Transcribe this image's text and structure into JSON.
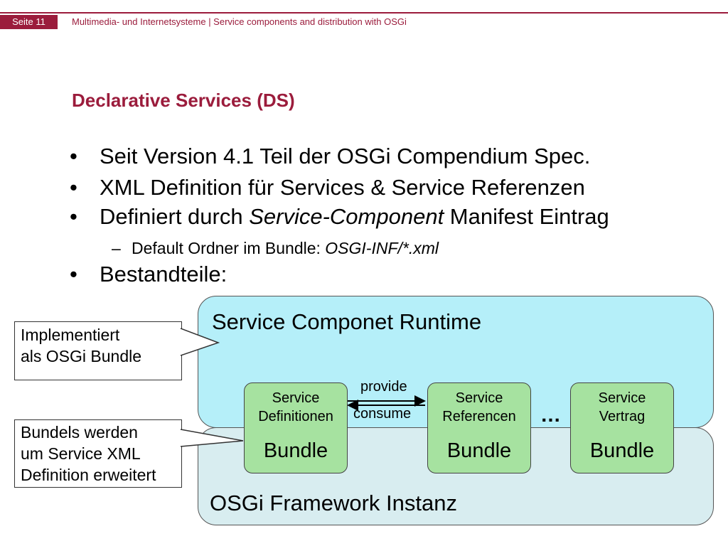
{
  "header": {
    "page_label": "Seite 11",
    "course_title": "Multimedia- und Internetsysteme | Service components and distribution with OSGi"
  },
  "slide": {
    "title": "Declarative Services (DS)",
    "bullets": [
      {
        "text": "Seit Version 4.1 Teil der OSGi Compendium Spec."
      },
      {
        "text": "XML Definition für Services & Service Referenzen"
      },
      {
        "pre": "Definiert durch ",
        "italic": "Service-Component",
        "post": " Manifest Eintrag"
      },
      {
        "text": "Bestandteile:"
      }
    ],
    "sub_bullet": {
      "pre": "Default Ordner im Bundle: ",
      "italic": "OSGI-INF/*.xml"
    },
    "bullet_symbol": "•",
    "dash_symbol": "–"
  },
  "diagram": {
    "runtime_label": "Service Componet Runtime",
    "framework_label": "OSGi Framework Instanz",
    "bundles": [
      {
        "line1": "Service",
        "line2": "Definitionen",
        "bottom": "Bundle"
      },
      {
        "line1": "Service",
        "line2": "Referencen",
        "bottom": "Bundle"
      },
      {
        "line1": "Service",
        "line2": "Vertrag",
        "bottom": "Bundle"
      }
    ],
    "provide_label": "provide",
    "consume_label": "consume",
    "ellipsis": "…",
    "callouts": {
      "implemented": [
        "Implementiert",
        "als OSGi Bundle"
      ],
      "extended": [
        "Bundels werden",
        "um Service XML",
        "Definition erweitert"
      ]
    },
    "colors": {
      "runtime_fill": "#b5eff9",
      "framework_fill": "#d8edf0",
      "bundle_fill": "#a6e2a0",
      "accent": "#9b1c3c"
    }
  }
}
